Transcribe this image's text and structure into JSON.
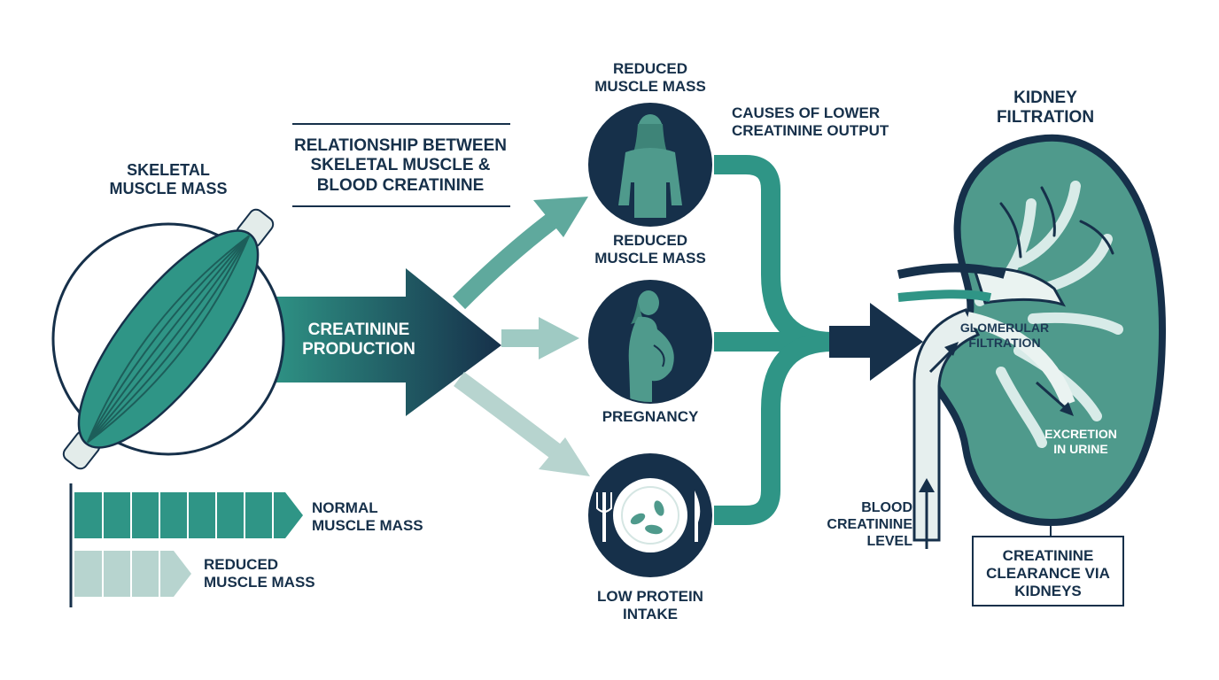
{
  "title": "RELATIONSHIP BETWEEN\nSKELETAL MUSCLE &\nBLOOD CREATININE",
  "muscle": {
    "label": "SKELETAL\nMUSCLE MASS",
    "production_label": "CREATININE\nPRODUCTION"
  },
  "legend": {
    "normal_label": "NORMAL\nMUSCLE MASS",
    "reduced_label": "REDUCED\nMUSCLE MASS",
    "normal_level": 1.0,
    "reduced_level": 0.5
  },
  "causes": {
    "heading": "CAUSES OF LOWER\nCREATININE OUTPUT",
    "items": [
      {
        "top_label": "REDUCED\nMUSCLE MASS",
        "label": "REDUCED\nMUSCLE MASS",
        "icon": "person-icon"
      },
      {
        "label": "PREGNANCY",
        "icon": "pregnant-woman-icon"
      },
      {
        "label": "LOW PROTEIN\nINTAKE",
        "icon": "plate-icon"
      }
    ]
  },
  "kidney": {
    "title": "KIDNEY\nFILTRATION",
    "glomerular_label": "GLOMERULAR\nFILTRATION",
    "excretion_label": "EXCRETION\nIN URINE",
    "blood_level_label": "BLOOD\nCREATININE\nLEVEL",
    "clearance_label": "CREATININE\nCLEARANCE VIA\nKIDNEYS"
  },
  "colors": {
    "navy": "#16304a",
    "teal": "#2f9586",
    "light_teal": "#8fc4bc",
    "pale_teal": "#b7d4cf",
    "kidney_fill": "#4f9a8c"
  }
}
